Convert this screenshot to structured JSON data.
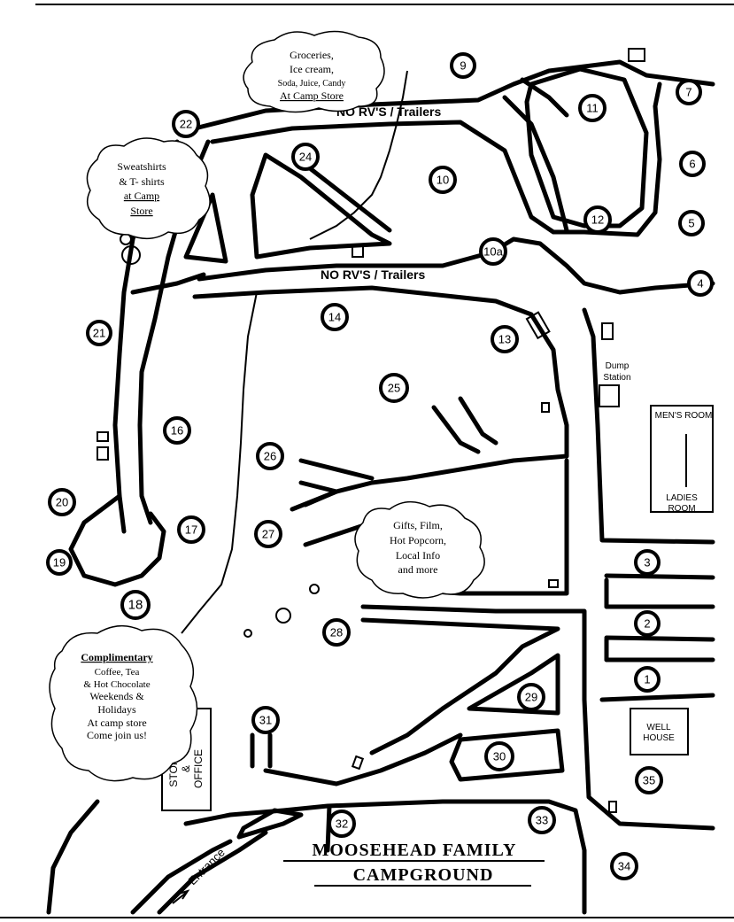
{
  "map": {
    "title_line1": "MOOSEHEAD FAMILY",
    "title_line2": "CAMPGROUND",
    "no_rv_top": "NO RV'S / Trailers",
    "no_rv_mid": "NO RV'S / Trailers",
    "entrance": "Entrance",
    "dump_station_line1": "Dump",
    "dump_station_line2": "Station",
    "mens_room": "MEN'S ROOM",
    "ladies_room_line1": "LADIES",
    "ladies_room_line2": "ROOM",
    "well_house_line1": "WELL",
    "well_house_line2": "HOUSE",
    "store_office_vertical": [
      "STORE",
      "&",
      "OFFICE"
    ]
  },
  "clouds": {
    "groceries": [
      "Groceries,",
      "Ice cream,",
      "Soda, Juice, Candy",
      "At Camp Store"
    ],
    "sweatshirts": [
      "Sweatshirts",
      "& T- shirts",
      "at Camp",
      "Store"
    ],
    "gifts": [
      "Gifts, Film,",
      "Hot Popcorn,",
      "Local Info",
      "and more"
    ],
    "complimentary": [
      "Complimentary",
      "Coffee, Tea",
      "& Hot Chocolate",
      "Weekends &",
      "Holidays",
      "At camp store",
      "Come join us!"
    ]
  },
  "sites": [
    "1",
    "2",
    "3",
    "4",
    "5",
    "6",
    "7",
    "9",
    "10",
    "10a",
    "11",
    "12",
    "13",
    "14",
    "16",
    "17",
    "18",
    "19",
    "20",
    "21",
    "22",
    "24",
    "25",
    "26",
    "27",
    "28",
    "29",
    "30",
    "31",
    "32",
    "33",
    "34",
    "35"
  ]
}
